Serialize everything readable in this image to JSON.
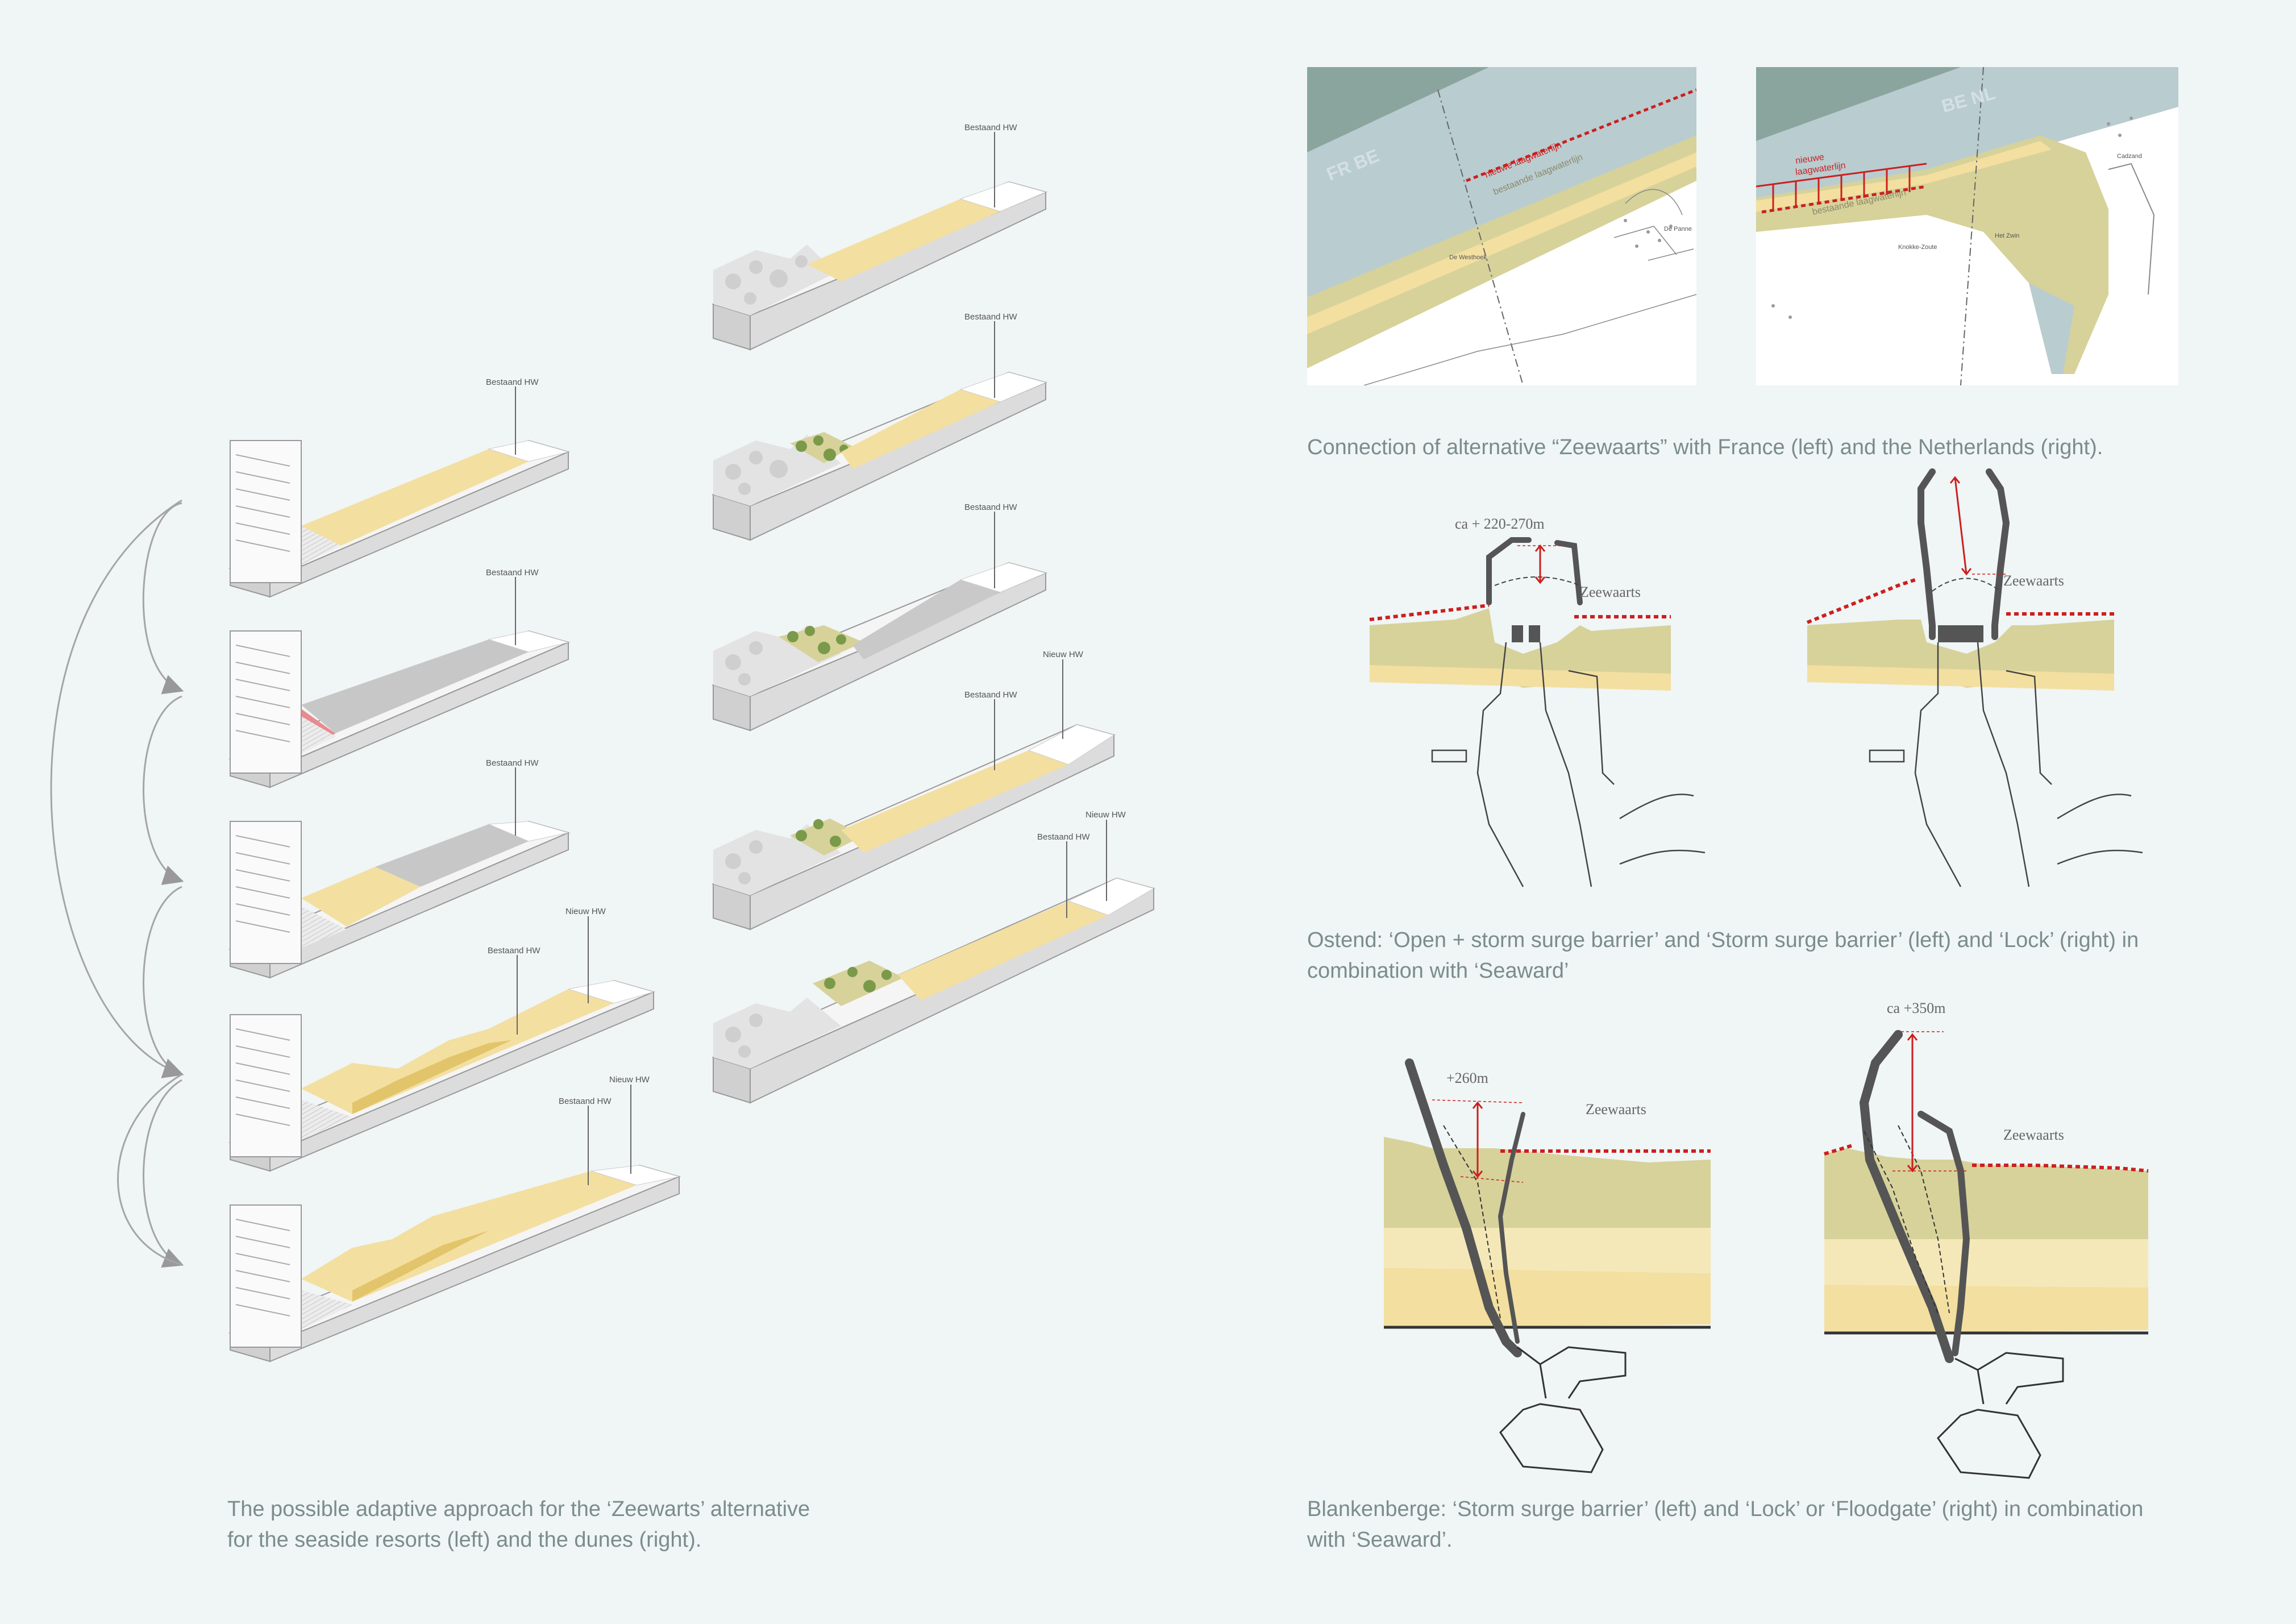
{
  "captions": {
    "maps": "Connection of alternative “Zeewaarts” with France (left) and the Netherlands (right).",
    "ostend_1": "Ostend: ‘Open + storm surge barrier’ and ‘Storm surge barrier’ (left) and ‘Lock’ (right) in",
    "ostend_2": "combination with ‘Seaward’",
    "blank_1": "Blankenberge: ‘Storm surge barrier’ (left) and ‘Lock’ or ‘Floodgate’ (right) in combination",
    "blank_2": "with ‘Seaward’.",
    "left_1": "The possible adaptive approach for the ‘Zeewarts’ alternative",
    "left_2": "for the seaside resorts (left) and the dunes (right)."
  },
  "labels": {
    "bestaand": "Bestaand HW",
    "nieuw": "Nieuw HW",
    "zeewaarts": "Zeewaarts",
    "ostend_left_dim": "ca + 220-270m",
    "blank_left_dim": "+260m",
    "blank_right_dim": "ca +350m"
  },
  "map_left": {
    "border": "FR BE",
    "line_new": "nieuwe laagwaterlijn",
    "line_old": "bestaande laagwaterlijn",
    "town_1": "De Westhoek",
    "town_2": "De Panne"
  },
  "map_right": {
    "border": "BE NL",
    "line_new_1": "nieuwe",
    "line_new_2": "laagwaterlijn",
    "line_old": "bestaande laagwaterlijn",
    "town_1": "Knokke-Zoute",
    "town_2": "Het Zwin",
    "town_3": "Cadzand"
  },
  "colors": {
    "sand": "#f3dfa0",
    "olive": "#d6d29a",
    "sea": "#b9ccd0",
    "deep": "#8aa59e",
    "red": "#cc1f1f",
    "grey": "#c9c9c9"
  }
}
